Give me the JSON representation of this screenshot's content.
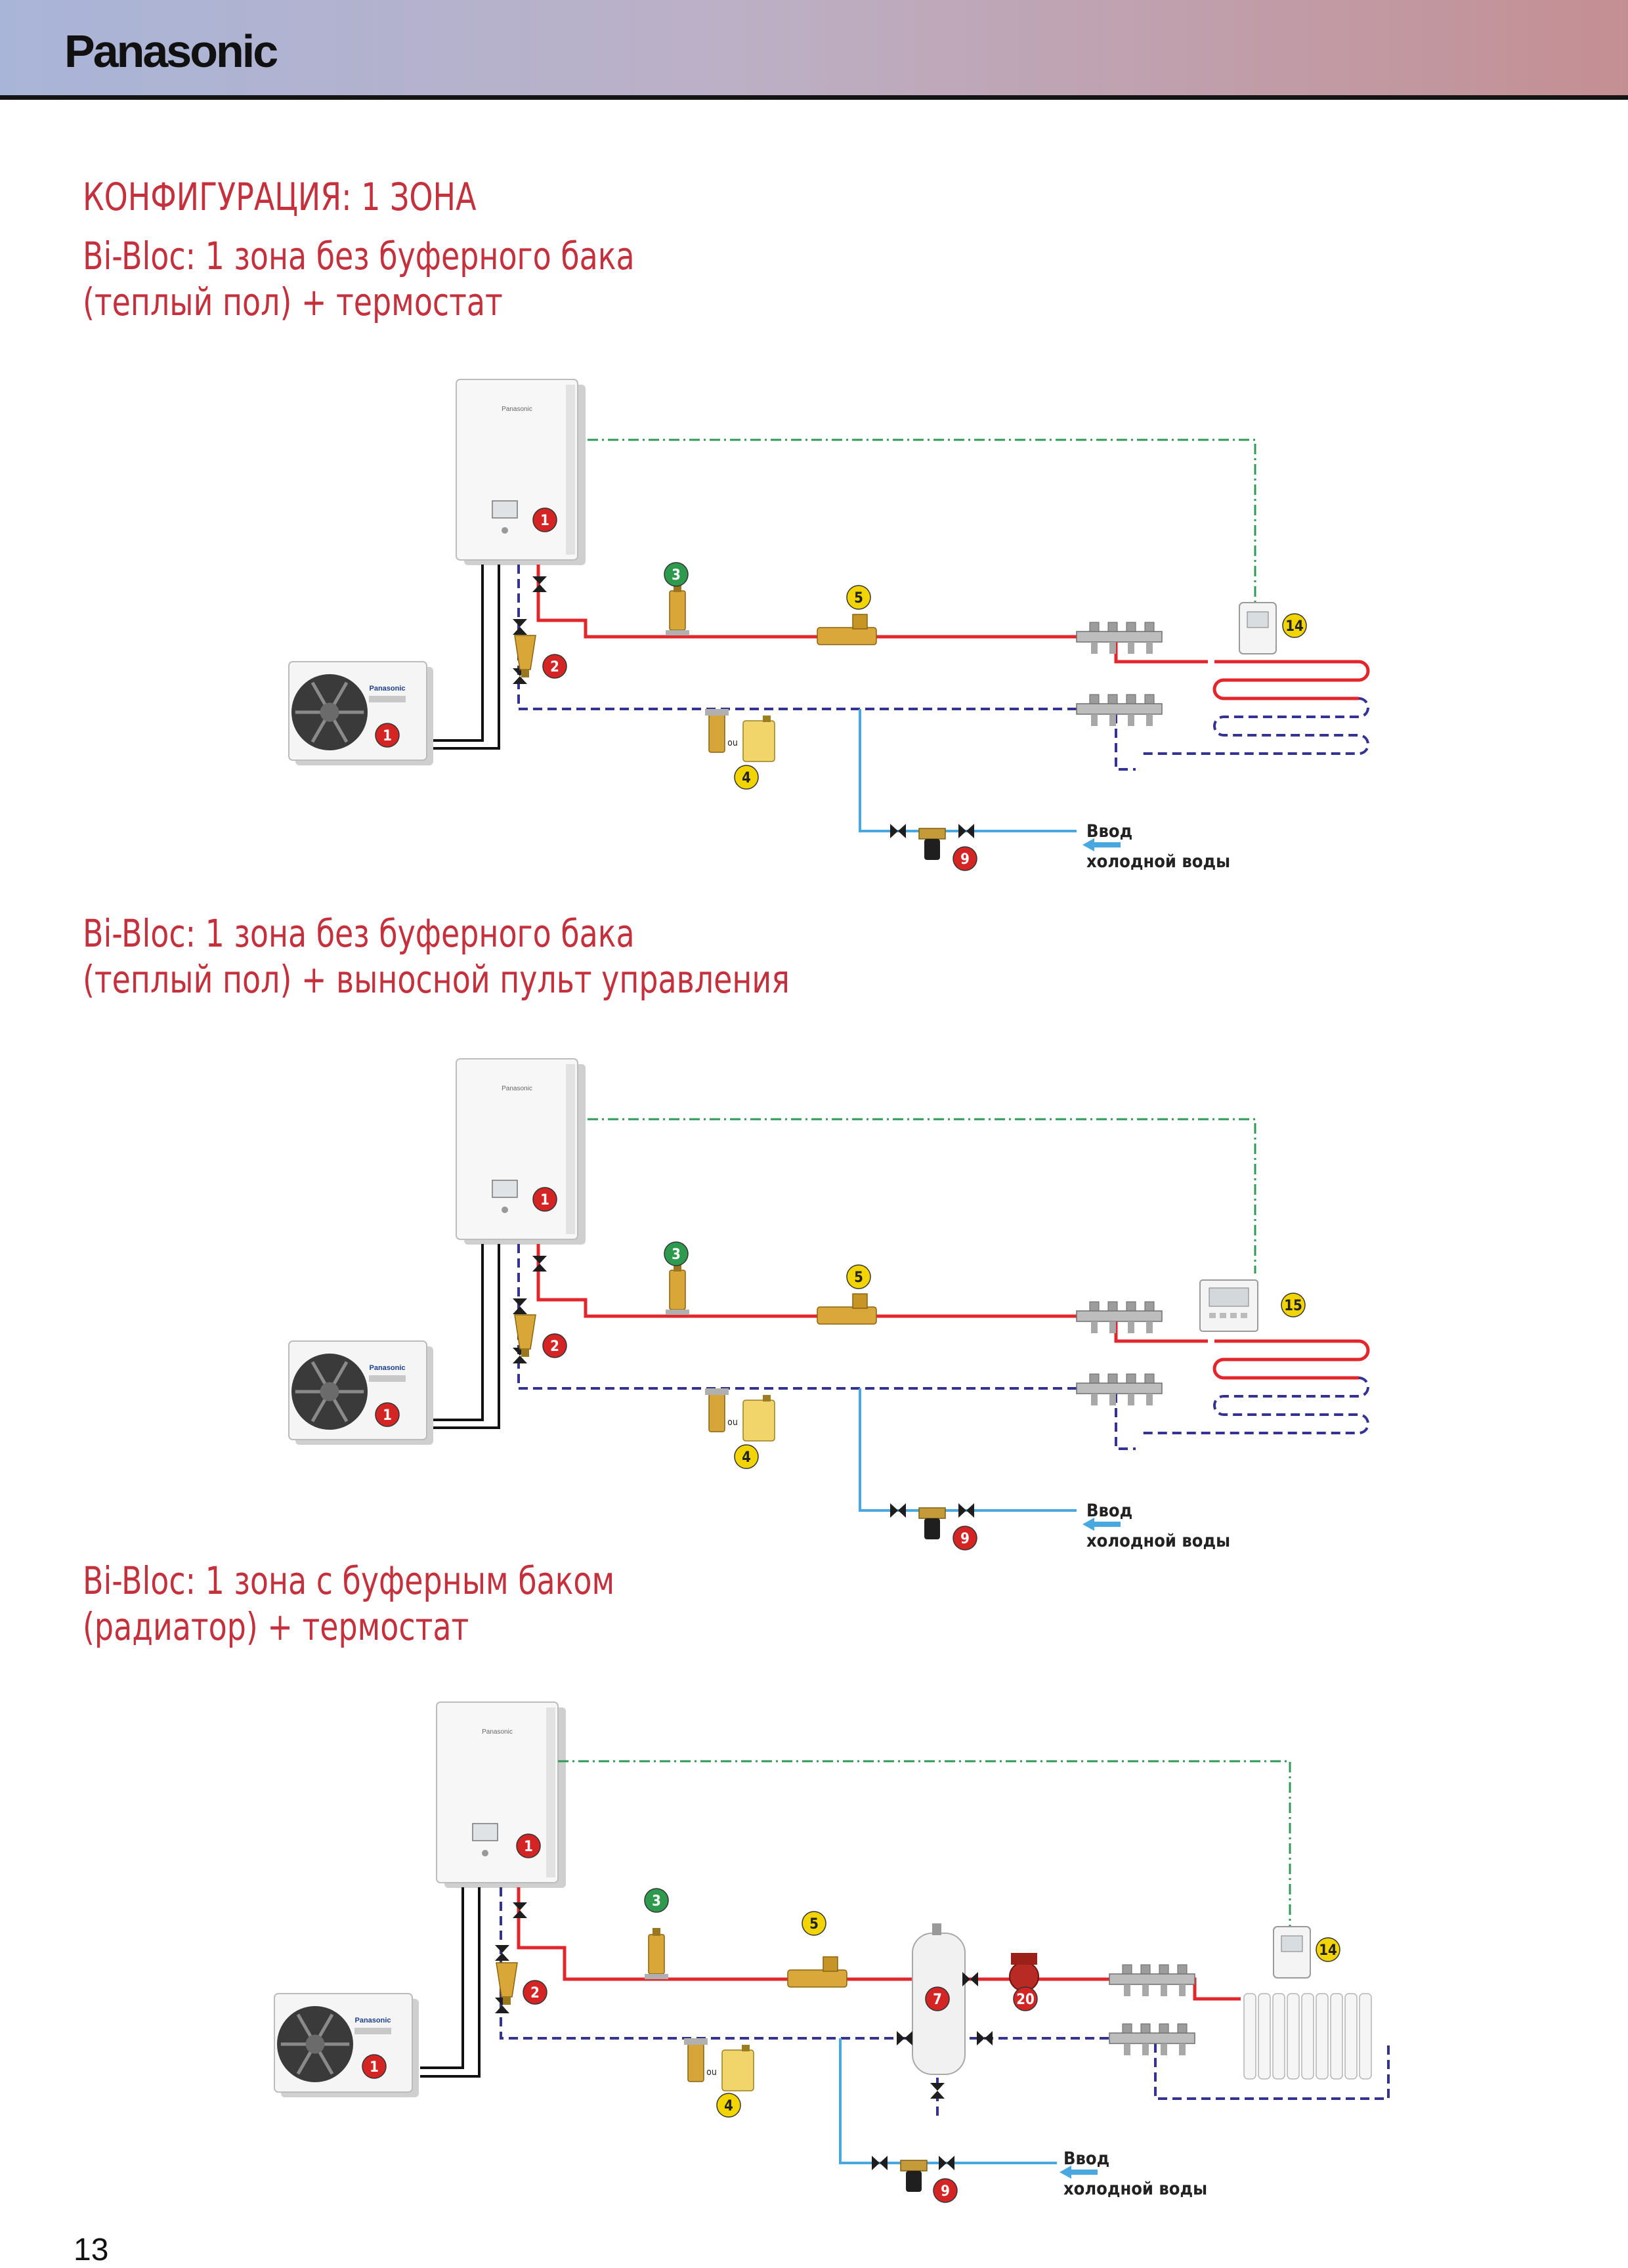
{
  "header": {
    "brand": "Panasonic"
  },
  "page_title": "КОНФИГУРАЦИЯ: 1 ЗОНА",
  "sections": [
    {
      "title_line1": "Bi-Bloc: 1 зона без буферного бака",
      "title_line2": "(теплый пол) + термостат"
    },
    {
      "title_line1": "Bi-Bloc: 1 зона без буферного бака",
      "title_line2": "(теплый пол) + выносной пульт управления"
    },
    {
      "title_line1": "Bi-Bloc: 1 зона с буферным баком",
      "title_line2": "(радиатор) + термостат"
    }
  ],
  "labels": {
    "inlet_line1": "Ввод",
    "inlet_line2": "холодной воды",
    "or": "ou",
    "unit_brand": "Panasonic"
  },
  "badges": {
    "unit": "1",
    "filter": "2",
    "separator": "3",
    "dosing": "4",
    "flowmeter": "5",
    "tank": "7",
    "fill": "9",
    "pump": "20",
    "thermostat": "14",
    "remote": "15"
  },
  "colors": {
    "header_left": "#a9b5d8",
    "header_right": "#c48f93",
    "heading": "#c4303c",
    "flow": "#e3262b",
    "return": "#343392",
    "cold": "#49a8e0",
    "control": "#2f9a55",
    "badge_red": "#d42424",
    "badge_green": "#2e9a4e",
    "badge_yellow": "#f2d400"
  },
  "footer": {
    "page_number": "13"
  }
}
